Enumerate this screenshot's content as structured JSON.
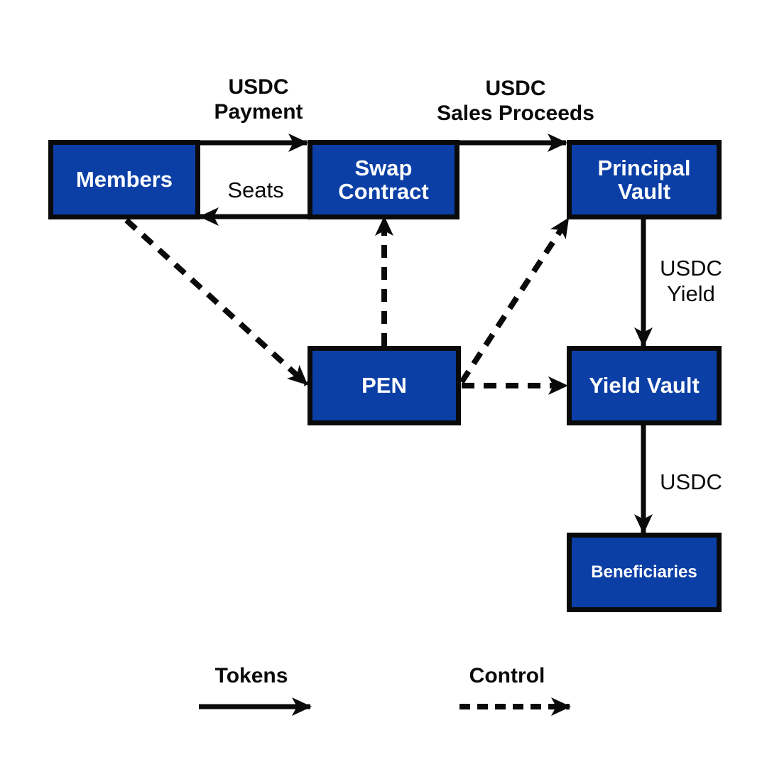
{
  "diagram": {
    "colors": {
      "node_fill": "#0b3fa6",
      "node_border": "#0a0a0a",
      "node_text": "#ffffff",
      "line": "#0a0a0a",
      "background": "#ffffff"
    },
    "nodes": {
      "members": "Members",
      "swap_contract": "Swap\nContract",
      "principal_vault": "Principal\nVault",
      "pen": "PEN",
      "yield_vault": "Yield Vault",
      "beneficiaries": "Beneficiaries"
    },
    "edges": [
      {
        "id": "members-to-swap",
        "from": "Members",
        "to": "Swap Contract",
        "type": "tokens",
        "label": "USDC\nPayment"
      },
      {
        "id": "swap-to-members",
        "from": "Swap Contract",
        "to": "Members",
        "type": "tokens",
        "label": "Seats"
      },
      {
        "id": "swap-to-principal",
        "from": "Swap Contract",
        "to": "Principal Vault",
        "type": "tokens",
        "label": "USDC\nSales Proceeds"
      },
      {
        "id": "principal-to-yield",
        "from": "Principal Vault",
        "to": "Yield Vault",
        "type": "tokens",
        "label": "USDC\nYield"
      },
      {
        "id": "yield-to-beneficiaries",
        "from": "Yield Vault",
        "to": "Beneficiaries",
        "type": "tokens",
        "label": "USDC"
      },
      {
        "id": "members-to-pen",
        "from": "Members",
        "to": "PEN",
        "type": "control",
        "label": ""
      },
      {
        "id": "pen-to-swap",
        "from": "PEN",
        "to": "Swap Contract",
        "type": "control",
        "label": ""
      },
      {
        "id": "pen-to-principal",
        "from": "PEN",
        "to": "Principal Vault",
        "type": "control",
        "label": ""
      },
      {
        "id": "pen-to-yield",
        "from": "PEN",
        "to": "Yield Vault",
        "type": "control",
        "label": ""
      }
    ],
    "legend": {
      "tokens": "Tokens",
      "control": "Control"
    }
  }
}
